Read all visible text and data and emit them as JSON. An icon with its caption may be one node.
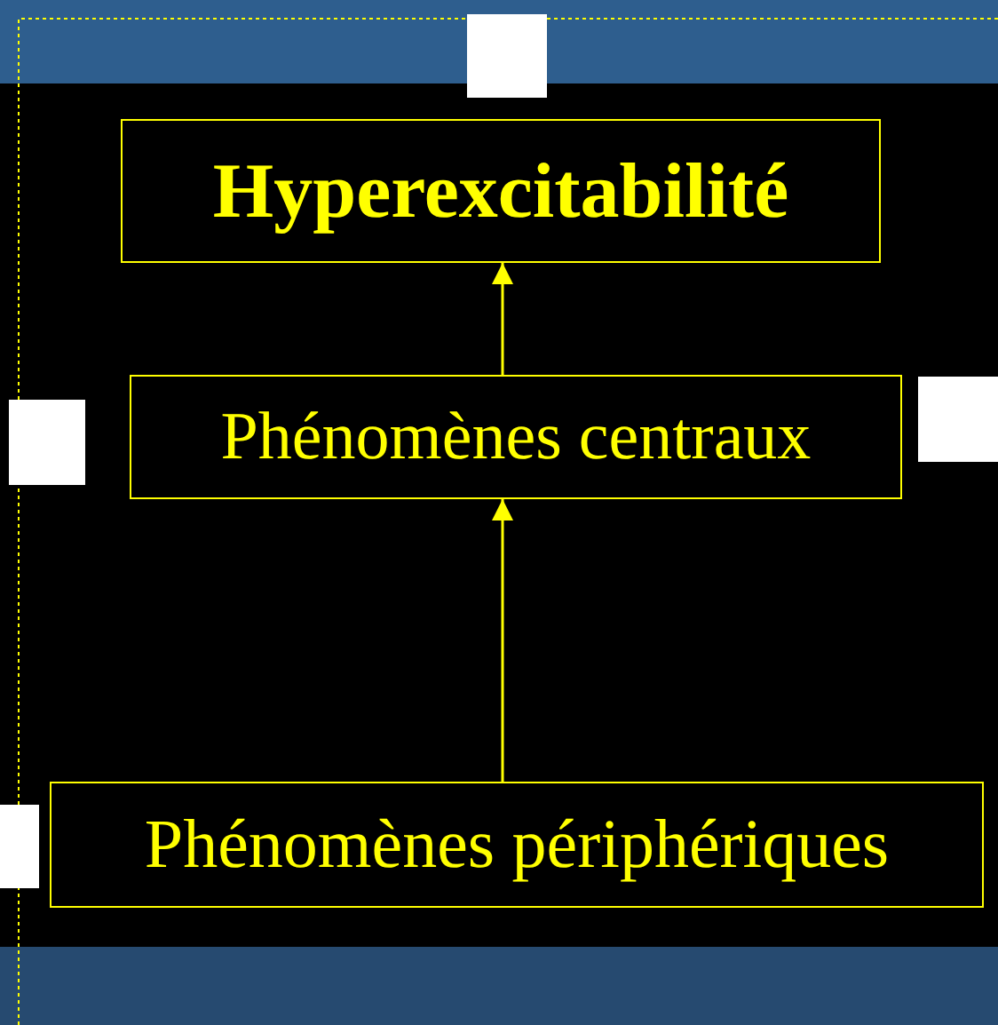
{
  "diagram": {
    "nodes": [
      {
        "text": [
          "Hyperexcitabilité"
        ]
      },
      {
        "text": [
          "Phénomènes centraux"
        ]
      },
      {
        "text": [
          "Phénomènes périphériques"
        ]
      }
    ],
    "edges": [
      {
        "from": 1,
        "to": 0,
        "arrow": "to"
      },
      {
        "from": 2,
        "to": 1,
        "arrow": "to"
      }
    ]
  }
}
